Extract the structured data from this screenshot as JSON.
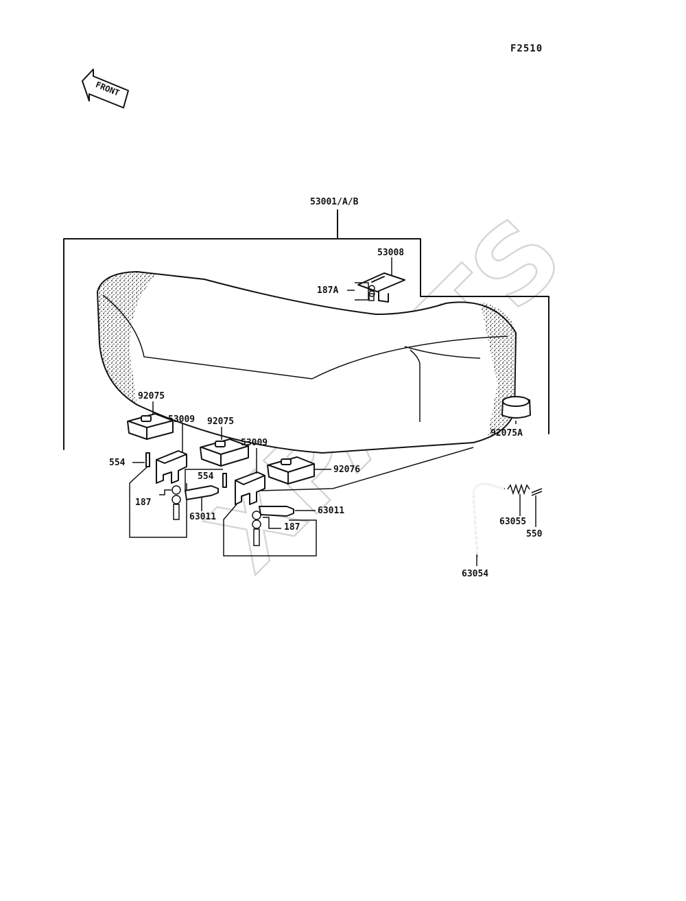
{
  "figure_code": "F2510",
  "front_arrow_label": "FRONT",
  "watermark": "XPARTS",
  "callouts": {
    "seat_assembly": "53001/A/B",
    "seat_hook": "53008",
    "screw_187a": "187A",
    "damper_left": "92075",
    "bracket_left": "53009",
    "damper_mid": "92075",
    "bracket_mid": "53009",
    "damper_right": "92076",
    "cap": "92075A",
    "pin_left": "554",
    "pin_mid": "554",
    "screw_left": "187",
    "screw_right": "187",
    "shaft_left": "63011",
    "shaft_right": "63011",
    "spring": "63055",
    "clip": "550",
    "hook_rod": "63054"
  }
}
